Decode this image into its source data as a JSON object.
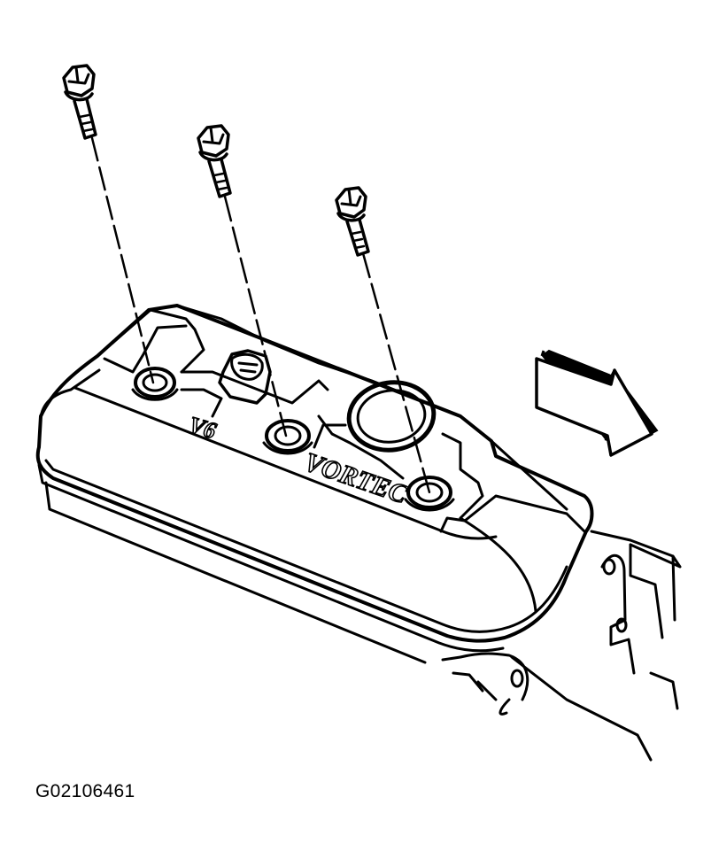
{
  "figure": {
    "figure_id": "G02106461",
    "cover_emblem_left": "V6",
    "cover_emblem_right": "VORTEC"
  },
  "parts": {
    "bolt_count": 3,
    "arrow_direction": "front of vehicle"
  },
  "colors": {
    "ink": "#000000",
    "paper": "#ffffff"
  }
}
